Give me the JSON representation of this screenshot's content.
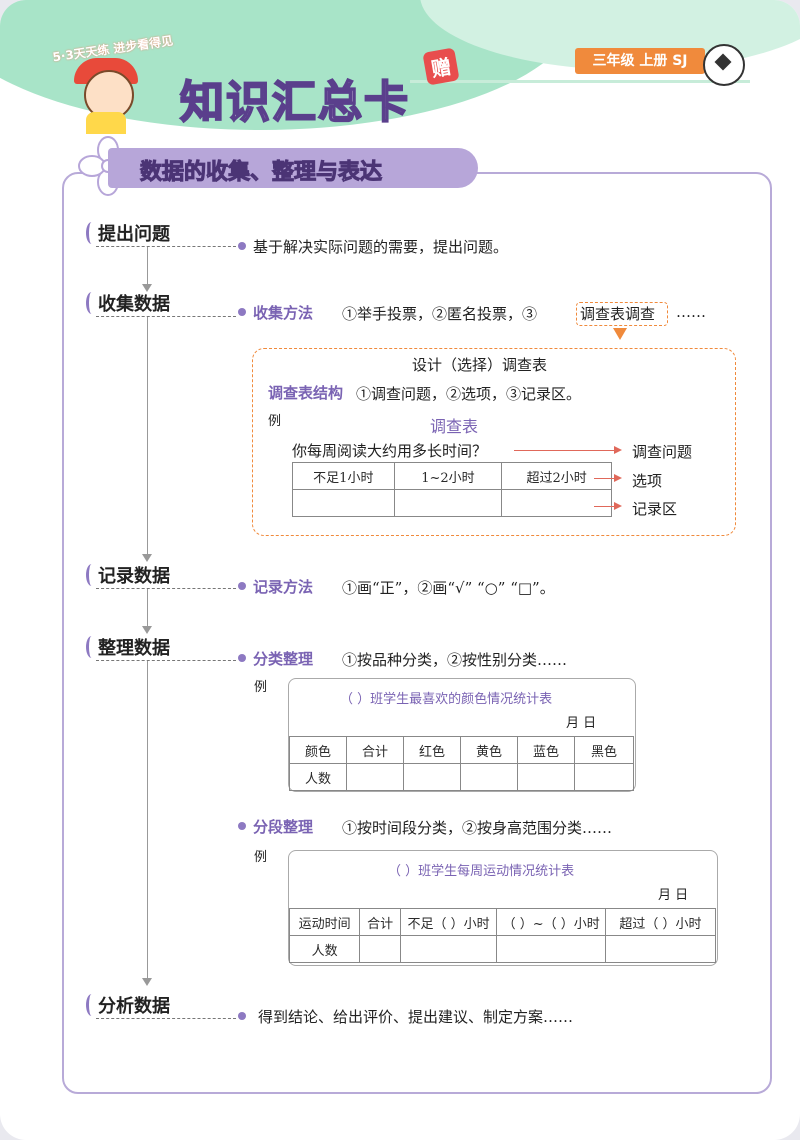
{
  "header": {
    "series": "5·3天天练 进步看得见",
    "title": "知识汇总卡",
    "gift": "赠",
    "grade": "三年级  上册  SJ"
  },
  "section": {
    "title": "数据的收集、整理与表达"
  },
  "steps": [
    {
      "label": "提出问题",
      "desc": "基于解决实际问题的需要，提出问题。"
    },
    {
      "label": "收集数据",
      "tag": "收集方法",
      "desc": "①举手投票，②匿名投票，③",
      "highlight": "调查表调查",
      "ellipsis": "……"
    },
    {
      "label": "记录数据",
      "tag": "记录方法",
      "desc": "①画“正”，②画“√” “○” “□”。"
    },
    {
      "label": "整理数据"
    },
    {
      "label": "分析数据",
      "desc": "得到结论、给出评价、提出建议、制定方案……"
    }
  ],
  "survey": {
    "heading": "设计（选择）调查表",
    "structure_tag": "调查表结构",
    "structure_text": "①调查问题，②选项，③记录区。",
    "example": "例",
    "table_title": "调查表",
    "question": "你每周阅读大约用多长时间？",
    "options": [
      "不足1小时",
      "1~2小时",
      "超过2小时"
    ],
    "annotations": [
      "调查问题",
      "选项",
      "记录区"
    ]
  },
  "classify": {
    "tag": "分类整理",
    "text": "①按品种分类，②按性别分类……",
    "example": "例",
    "table_title": "（    ）班学生最喜欢的颜色情况统计表",
    "date": "月    日",
    "header": [
      "颜色",
      "合计",
      "红色",
      "黄色",
      "蓝色",
      "黑色"
    ],
    "row_label": "人数"
  },
  "segment": {
    "tag": "分段整理",
    "text": "①按时间段分类，②按身高范围分类……",
    "example": "例",
    "table_title": "（    ）班学生每周运动情况统计表",
    "date": "月    日",
    "header": [
      "运动时间",
      "合计",
      "不足（ ）小时",
      "（ ）~（ ）小时",
      "超过（ ）小时"
    ],
    "row_label": "人数"
  }
}
